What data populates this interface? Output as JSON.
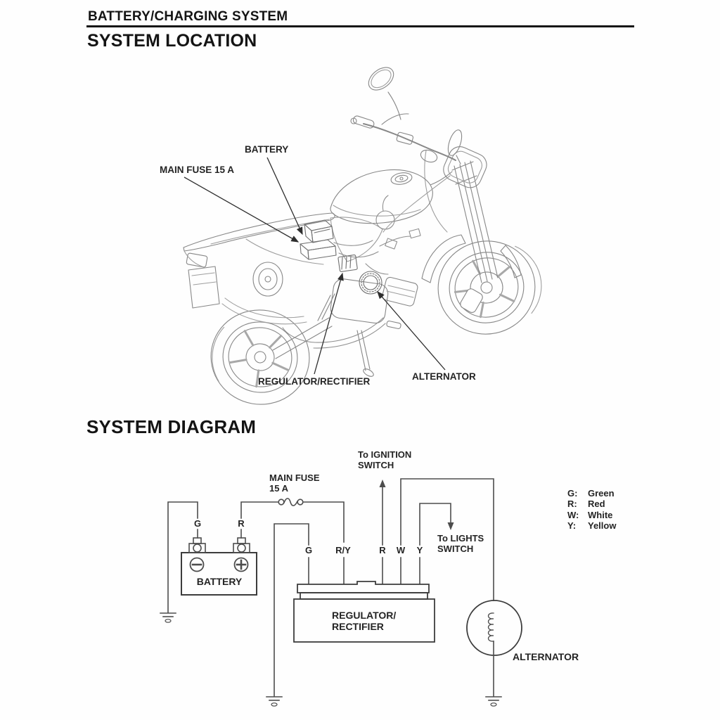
{
  "page": {
    "header_title": "BATTERY/CHARGING SYSTEM"
  },
  "system_location": {
    "title": "SYSTEM LOCATION",
    "callouts": {
      "battery": "BATTERY",
      "main_fuse": "MAIN FUSE 15 A",
      "regulator_rectifier": "REGULATOR/RECTIFIER",
      "alternator": "ALTERNATOR"
    }
  },
  "system_diagram": {
    "title": "SYSTEM DIAGRAM",
    "main_fuse_label": "MAIN FUSE\n15 A",
    "to_ignition_label": "To IGNITION\nSWITCH",
    "to_lights_label": "To LIGHTS\nSWITCH",
    "battery_label": "BATTERY",
    "regulator_label": "REGULATOR/\nRECTIFIER",
    "alternator_label": "ALTERNATOR",
    "battery_terminals": [
      "G",
      "R"
    ],
    "regulator_terminals": [
      "G",
      "R/Y",
      "R",
      "W",
      "Y"
    ],
    "legend": [
      {
        "code": "G:",
        "name": "Green"
      },
      {
        "code": "R:",
        "name": "Red"
      },
      {
        "code": "W:",
        "name": "White"
      },
      {
        "code": "Y:",
        "name": "Yellow"
      }
    ]
  },
  "colors": {
    "ink": "#1b1b1b",
    "wire": "#4d4d4d",
    "art": "#878787"
  }
}
